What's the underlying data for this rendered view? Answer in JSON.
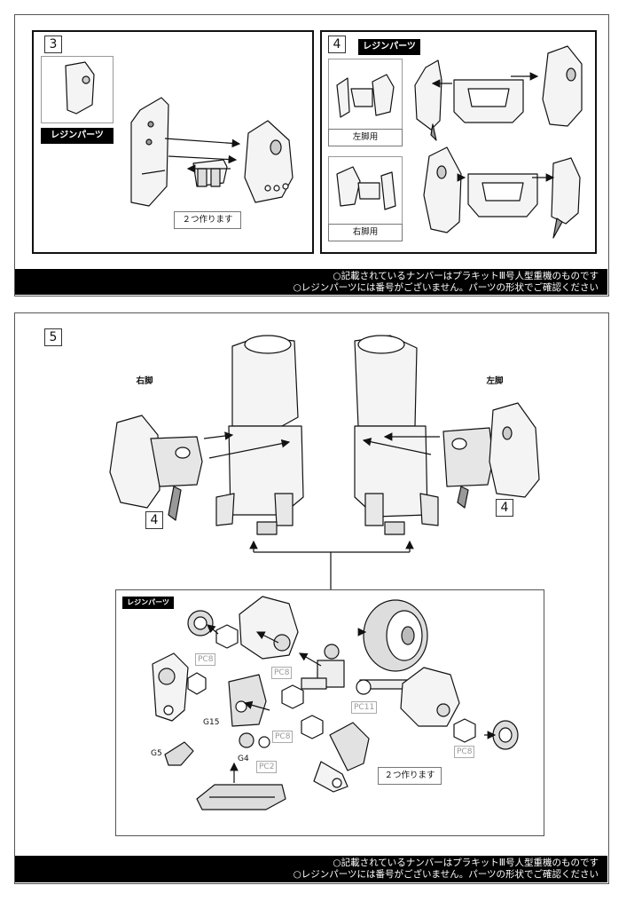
{
  "step3": {
    "number": "3",
    "resin_tag": "レジンパーツ",
    "make_two": "２つ作ります"
  },
  "step4": {
    "number": "4",
    "resin_tag": "レジンパーツ",
    "left_leg": "左脚用",
    "right_leg": "右脚用"
  },
  "footer_notes": {
    "line1": "○記載されているナンバーはプラキットⅢ号人型重機のものです",
    "line2": "○レジンパーツには番号がございません。パーツの形状でご確認ください"
  },
  "step5": {
    "number": "5",
    "right_leg": "右脚",
    "left_leg": "左脚",
    "ref_left": "4",
    "ref_right": "4",
    "resin_tag": "レジンパーツ",
    "make_two": "２つ作ります",
    "parts": {
      "pc8_a": "PC8",
      "pc8_b": "PC8",
      "pc8_c": "PC8",
      "pc8_d": "PC8",
      "pc11": "PC11",
      "pc2": "PC2",
      "g15": "G15",
      "g5": "G5",
      "g4": "G4"
    }
  }
}
